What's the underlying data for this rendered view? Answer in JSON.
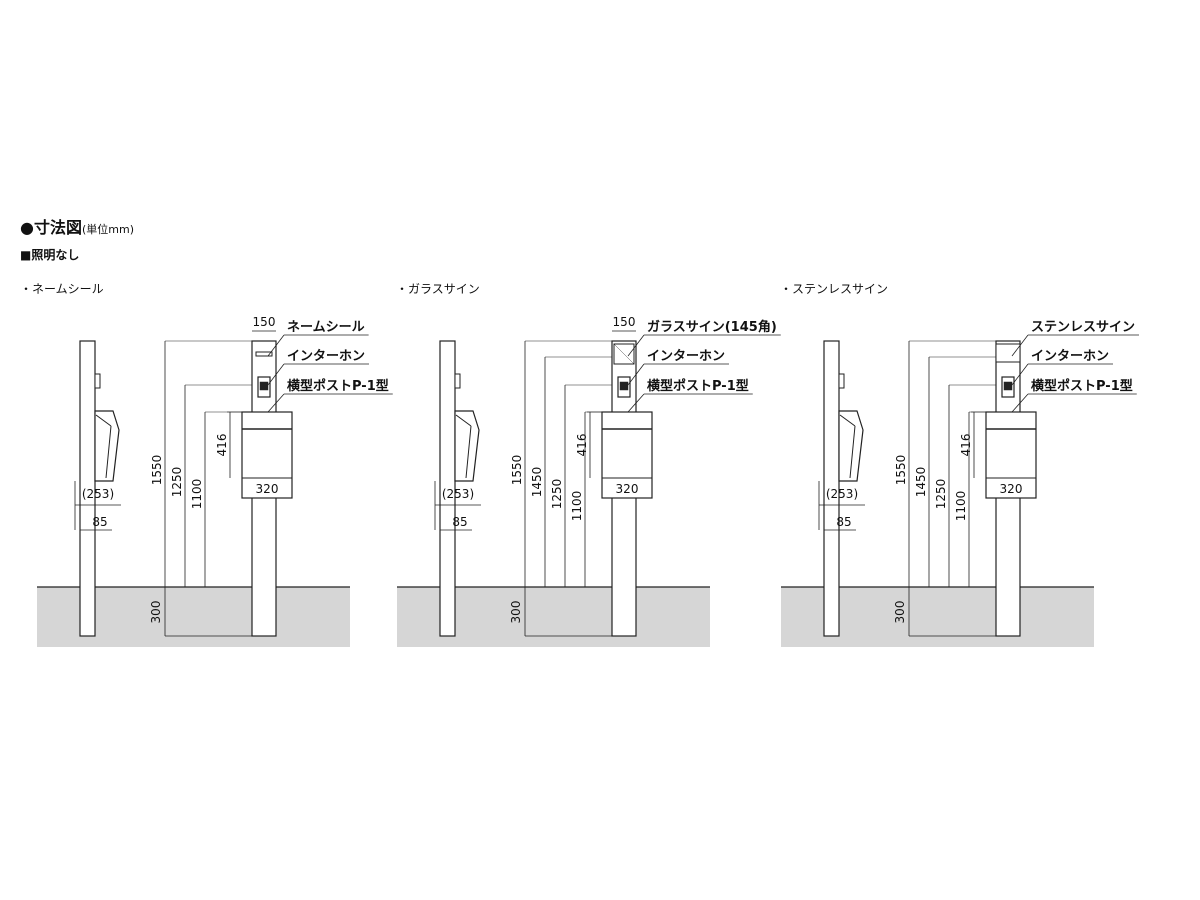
{
  "header": {
    "title_bullet": "●",
    "title": "寸法図",
    "unit": "(単位mm)",
    "subheading": "■照明なし"
  },
  "variants": [
    {
      "caption": "・ネームシール",
      "sign_label": "ネームシール",
      "intercom_label": "インターホン",
      "post_label": "横型ポストP-1型",
      "top_width": "150",
      "post_width": "320",
      "post_height": "416",
      "post_depth": "(253)",
      "clearance": "85",
      "burial": "300",
      "heights": [
        "1550",
        "1250",
        "1100"
      ]
    },
    {
      "caption": "・ガラスサイン",
      "sign_label": "ガラスサイン(145角)",
      "intercom_label": "インターホン",
      "post_label": "横型ポストP-1型",
      "top_width": "150",
      "post_width": "320",
      "post_height": "416",
      "post_depth": "(253)",
      "clearance": "85",
      "burial": "300",
      "heights": [
        "1550",
        "1450",
        "1250",
        "1100"
      ]
    },
    {
      "caption": "・ステンレスサイン",
      "sign_label": "ステンレスサイン",
      "intercom_label": "インターホン",
      "post_label": "横型ポストP-1型",
      "top_width": "",
      "post_width": "320",
      "post_height": "416",
      "post_depth": "(253)",
      "clearance": "85",
      "burial": "300",
      "heights": [
        "1550",
        "1450",
        "1250",
        "1100"
      ]
    }
  ],
  "colors": {
    "ground": "#d6d6d6",
    "line": "#222222"
  }
}
